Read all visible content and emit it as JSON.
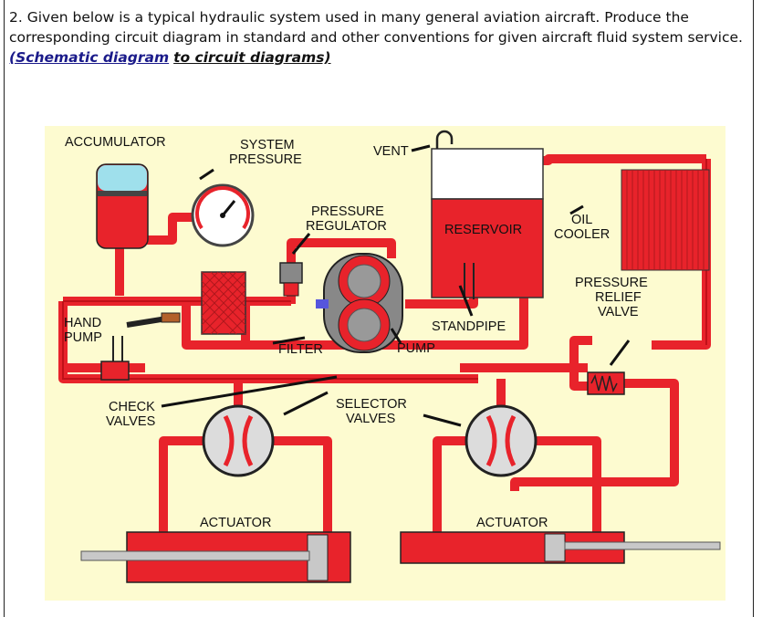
{
  "question": {
    "number": "2.",
    "text": "Given below is a typical hydraulic system used in many general aviation aircraft. Produce the corresponding circuit diagram in standard and other conventions for given aircraft fluid system service.",
    "highlight_open": "(",
    "highlight_part1": "Schematic diagram",
    "highlight_part2": "to circuit diagrams)"
  },
  "diagram": {
    "colors": {
      "background": "#fdfbd0",
      "fluid": "#e8232b",
      "reservoir_air": "#ffffff",
      "accumulator_air": "#9fe0ec",
      "pipe_core": "#c01018",
      "steel": "#c8c8c8"
    },
    "labels": {
      "accumulator": "ACCUMULATOR",
      "system_pressure_1": "SYSTEM",
      "system_pressure_2": "PRESSURE",
      "vent": "VENT",
      "pressure_regulator_1": "PRESSURE",
      "pressure_regulator_2": "REGULATOR",
      "reservoir": "RESERVOIR",
      "oil_cooler_1": "OIL",
      "oil_cooler_2": "COOLER",
      "pressure_relief_1": "PRESSURE",
      "pressure_relief_2": "RELIEF",
      "pressure_relief_3": "VALVE",
      "hand_pump_1": "HAND",
      "hand_pump_2": "PUMP",
      "standpipe": "STANDPIPE",
      "filter": "FILTER",
      "pump": "PUMP",
      "check_valves_1": "CHECK",
      "check_valves_2": "VALVES",
      "selector_valves_1": "SELECTOR",
      "selector_valves_2": "VALVES",
      "actuator_left": "ACTUATOR",
      "actuator_right": "ACTUATOR"
    },
    "icons": [
      "pressure-gauge-icon",
      "vent-hook-icon",
      "gear-pump-icon",
      "filter-mesh-icon",
      "cooler-fins-icon",
      "relief-spring-icon"
    ]
  }
}
